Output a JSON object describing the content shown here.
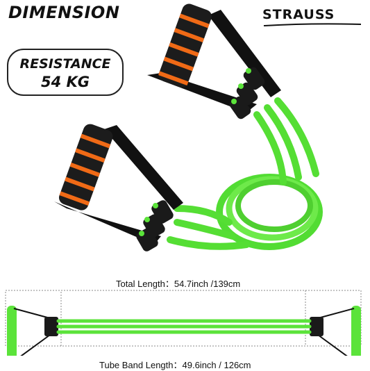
{
  "header": {
    "title": "DIMENSION",
    "brand": "STRAUSS"
  },
  "badge": {
    "line1": "RESISTANCE",
    "line2": "54 KG"
  },
  "dimensions": {
    "total_length_label": "Total Length：",
    "total_length_value": "54.7inch /139cm",
    "tube_length_label": "Tube Band Length：",
    "tube_length_value": "49.6inch / 126cm"
  },
  "colors": {
    "tube_green": "#5be33a",
    "foam_black": "#1c1c1c",
    "foam_orange": "#f06a16"
  }
}
